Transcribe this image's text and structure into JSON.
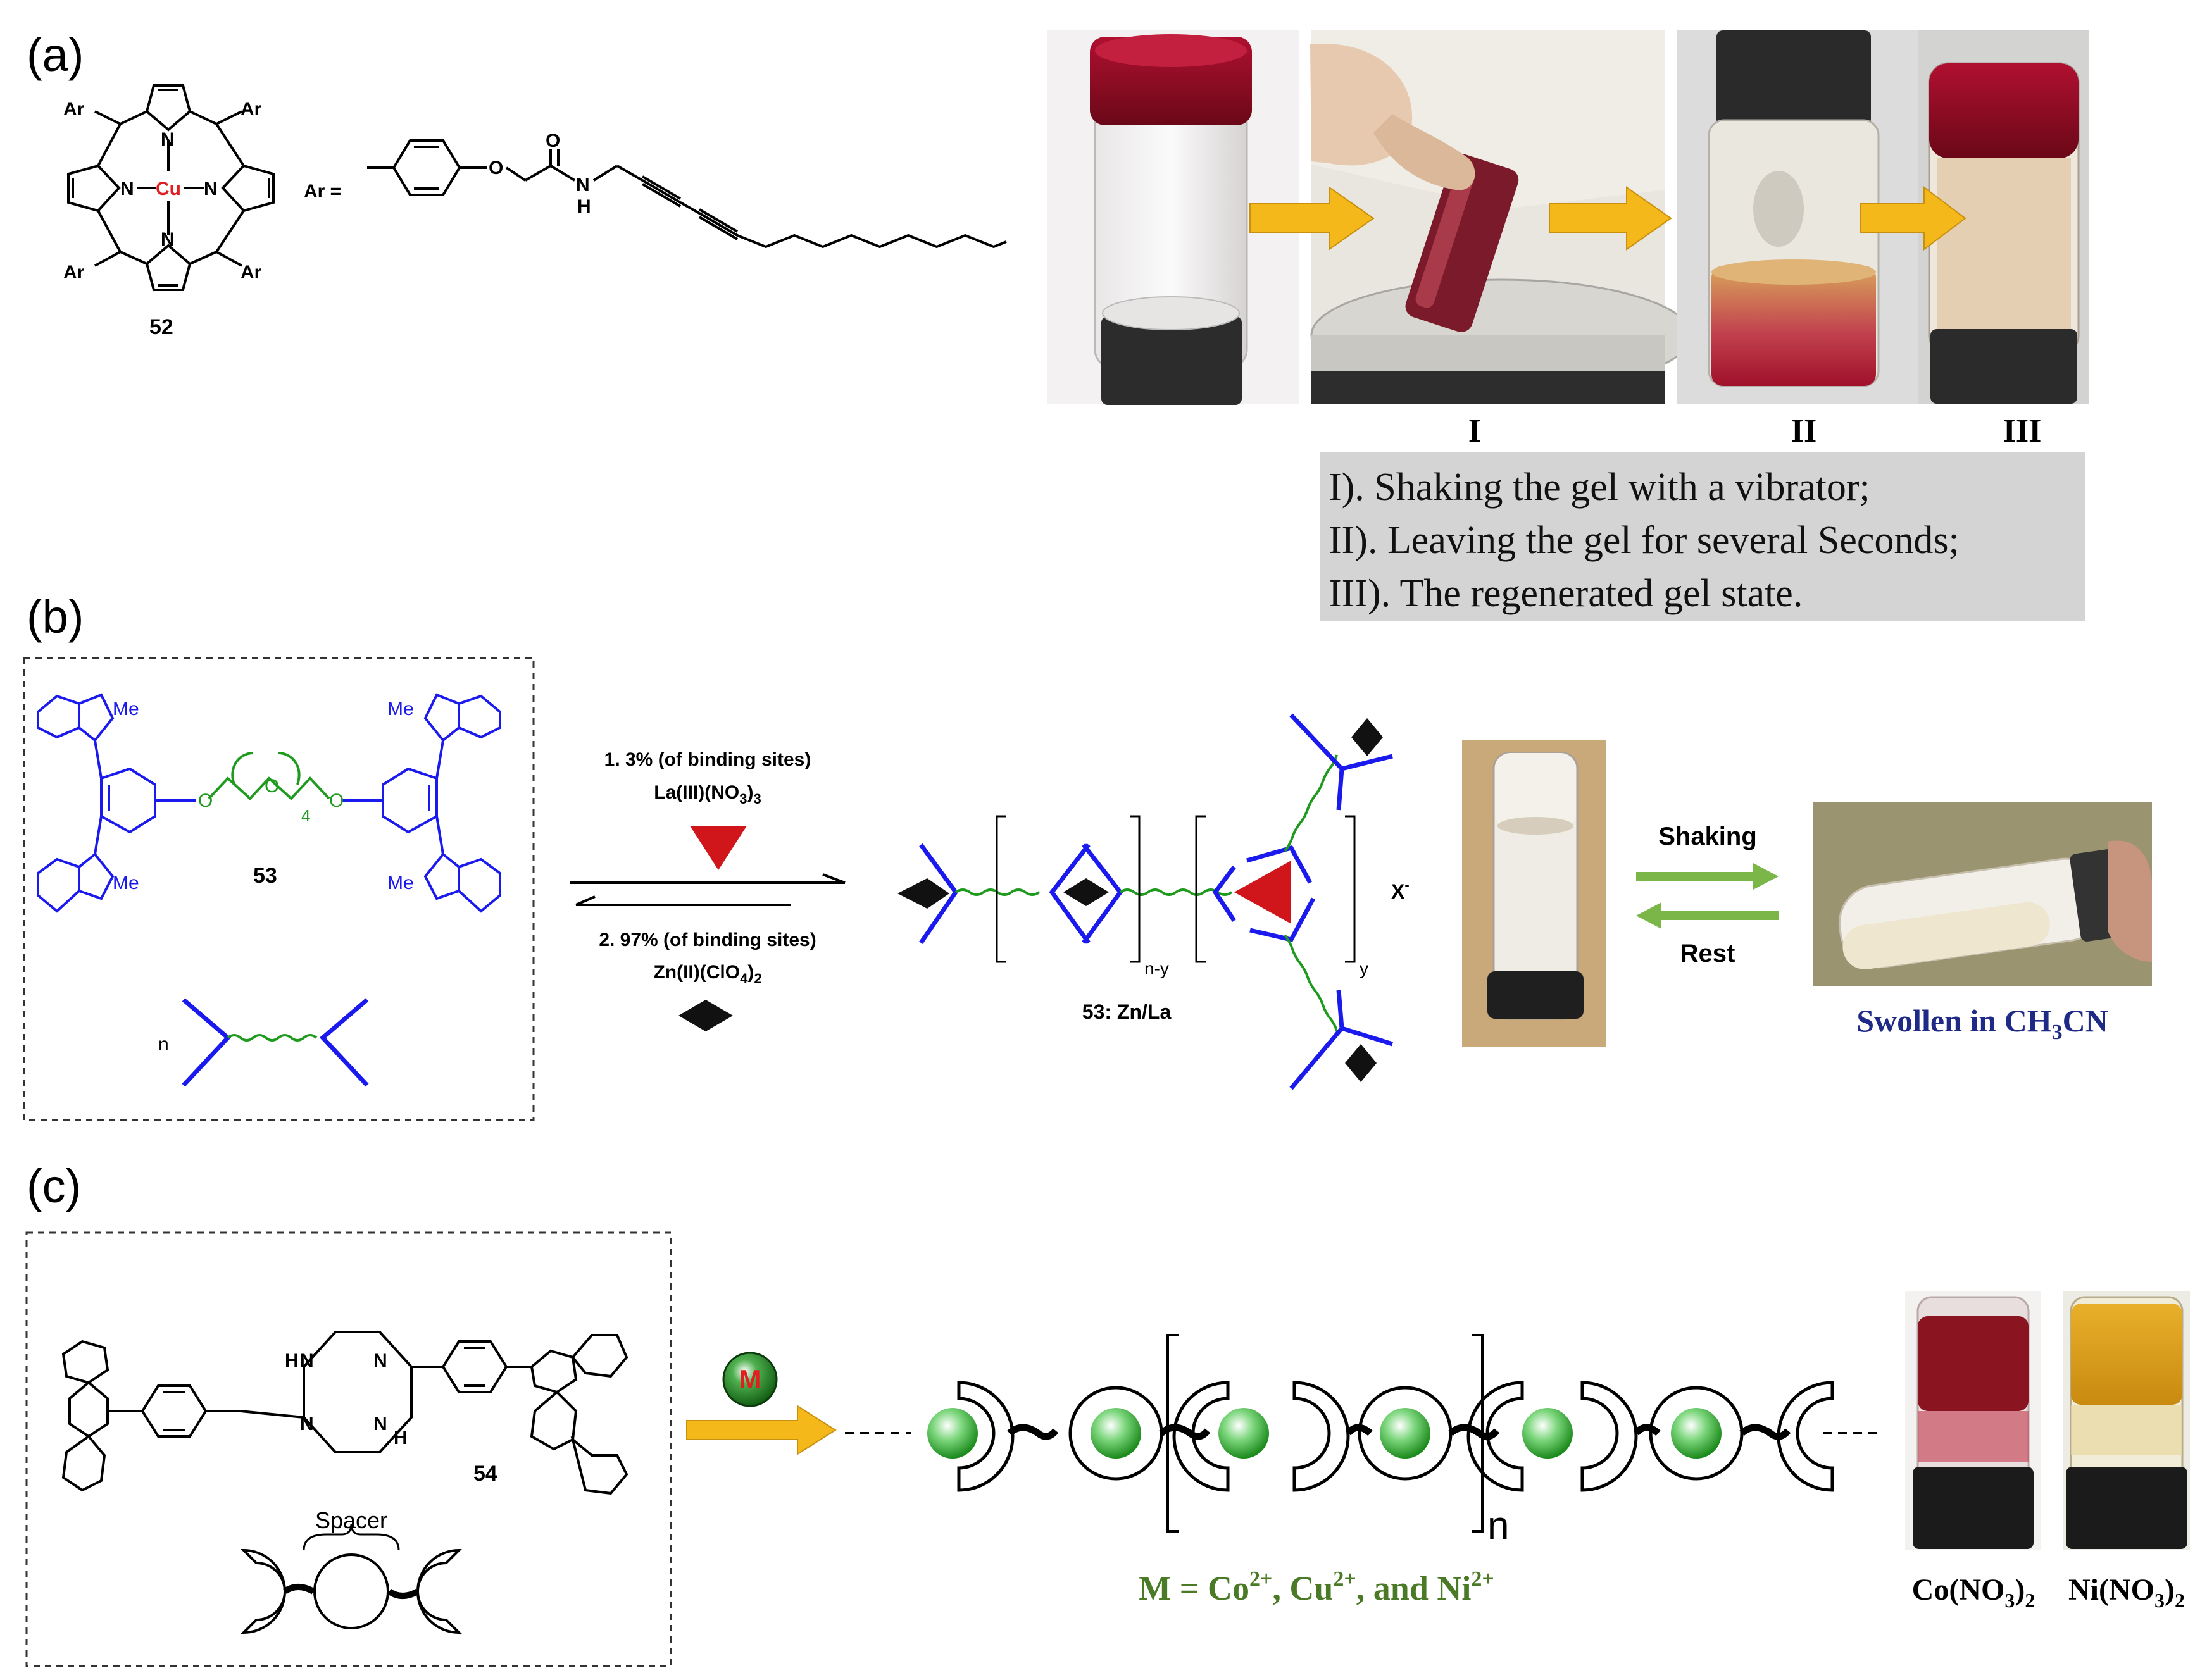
{
  "panels": {
    "a": "(a)",
    "b": "(b)",
    "c": "(c)"
  },
  "panel_a": {
    "compound": "52",
    "metal": "Cu",
    "ar_label": "Ar",
    "ar_def": "Ar =",
    "atoms": {
      "N": "N",
      "O": "O",
      "H": "H"
    },
    "step_labels": [
      "I",
      "II",
      "III"
    ],
    "caption": [
      "I). Shaking the gel with a vibrator;",
      "II). Leaving the gel for several Seconds;",
      "III). The regenerated gel state."
    ]
  },
  "panel_b": {
    "compound": "53",
    "me": "Me",
    "subscript_4": "4",
    "repeat_n": "n",
    "step1": {
      "line1": "1. 3% (of binding sites)",
      "reagent": "La(III)(NO",
      "sub": "3",
      "tail": ")",
      "sub2": "3"
    },
    "step2": {
      "line1": "2. 97% (of binding sites)",
      "reagent": "Zn(II)(ClO",
      "sub": "4",
      "tail": ")",
      "sub2": "2"
    },
    "polymer_label": "53: Zn/La",
    "sub_ny": "n-y",
    "sub_y": "y",
    "counterion": "X",
    "counterion_sup": "-",
    "shaking": "Shaking",
    "rest": "Rest",
    "swollen": "Swollen in CH",
    "swollen_sub": "3",
    "swollen_tail": "CN"
  },
  "panel_c": {
    "compound": "54",
    "spacer": "Spacer",
    "metal_badge": "M",
    "repeat_n": "n",
    "metals_line": {
      "prefix": "M = Co",
      "sup1": "2+",
      "mid1": ", Cu",
      "sup2": "2+",
      "mid2": ", and Ni",
      "sup3": "2+"
    },
    "vial1": {
      "label": "Co(NO",
      "sub": "3",
      "tail": ")",
      "sub2": "2"
    },
    "vial2": {
      "label": "Ni(NO",
      "sub": "3",
      "tail": ")",
      "sub2": "2"
    }
  },
  "colors": {
    "arrow_orange": "#f5b81a",
    "arrow_green": "#7ab648",
    "ligand_blue": "#1a1aee",
    "linker_green": "#1e9a1e",
    "la_red": "#d0151b",
    "swollen_blue": "#1f2a86",
    "metals_green": "#4a7a26",
    "cu_red": "#e02020",
    "caption_gray": "#d4d4d4"
  }
}
